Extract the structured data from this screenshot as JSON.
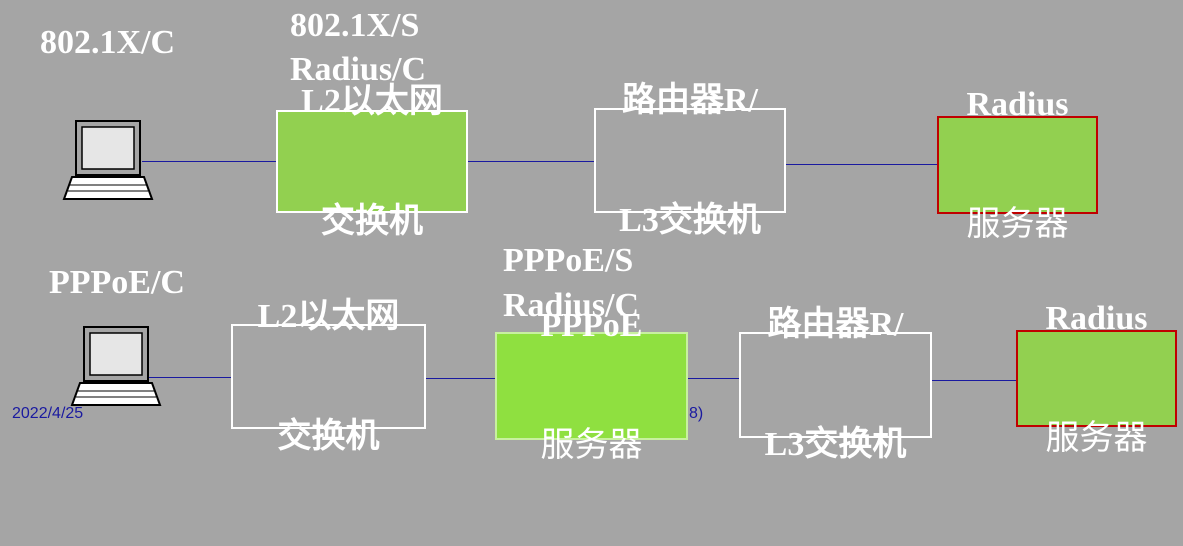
{
  "row1": {
    "client_label": "802.1X/C",
    "switch_labels": [
      "802.1X/S",
      "Radius/C"
    ],
    "switch_box": [
      "L2以太网",
      "交换机"
    ],
    "router_box": [
      "路由器R/",
      "L3交换机"
    ],
    "radius_box": [
      "Radius",
      "服务器"
    ]
  },
  "row2": {
    "client_label": "PPPoE/C",
    "server_labels": [
      "PPPoE/S",
      "Radius/C"
    ],
    "switch_box": [
      "L2以太网",
      "交换机"
    ],
    "pppoe_box": [
      "PPPoE",
      "服务器"
    ],
    "router_box": [
      "路由器R/",
      "L3交换机"
    ],
    "radius_box": [
      "Radius",
      "服务器"
    ]
  },
  "footer": {
    "date": "2022/4/25",
    "page_fragment": "8)"
  },
  "colors": {
    "background": "#a5a5a5",
    "green": "#92d050",
    "pppoe_green": "#8fe040",
    "radius_border": "#c00000",
    "link": "#1a1aa0"
  }
}
